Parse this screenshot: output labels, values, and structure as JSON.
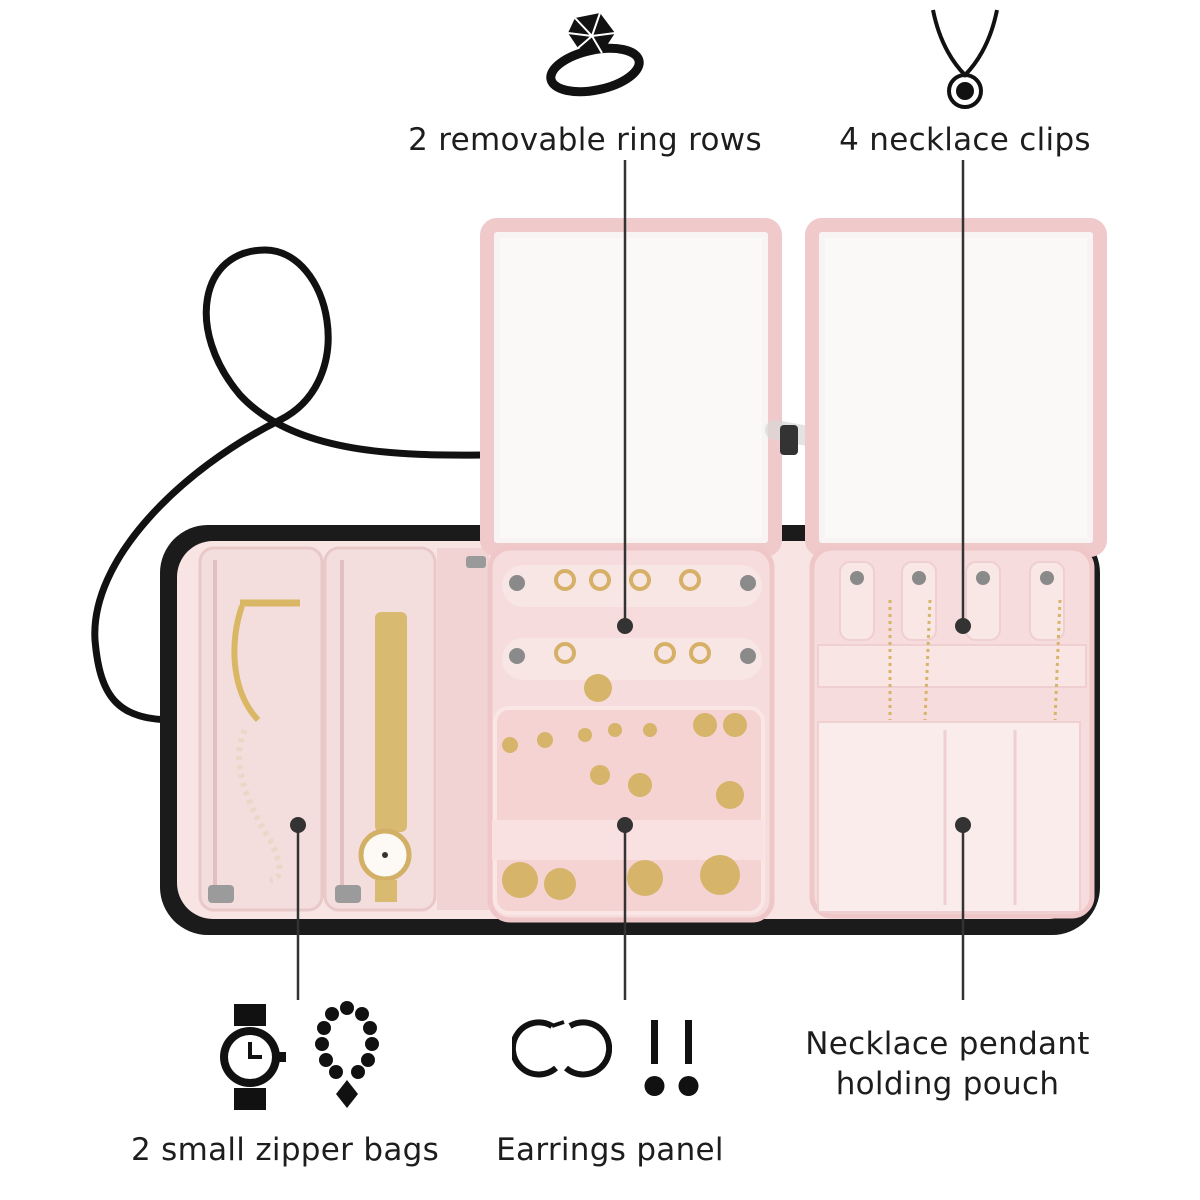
{
  "callouts": {
    "ring_rows": "2 removable ring  rows",
    "necklace_clips": "4 necklace clips",
    "zipper_bags": "2 small zipper bags",
    "earrings_panel": "Earrings panel",
    "pendant_pouch_line1": "Necklace pendant",
    "pendant_pouch_line2": "holding pouch"
  },
  "icons": {
    "ring": "ring-icon",
    "necklace": "pendant-necklace-icon",
    "watch": "watch-icon",
    "bracelet": "bead-bracelet-icon",
    "hoops": "hoop-earrings-icon",
    "drops": "drop-earrings-icon"
  },
  "colors": {
    "organizer_pink": "#f6dcdc",
    "trim_pink": "#efc7c9",
    "case_black": "#1b1b1b",
    "gold": "#d6b46a",
    "leader_line": "#333333"
  }
}
